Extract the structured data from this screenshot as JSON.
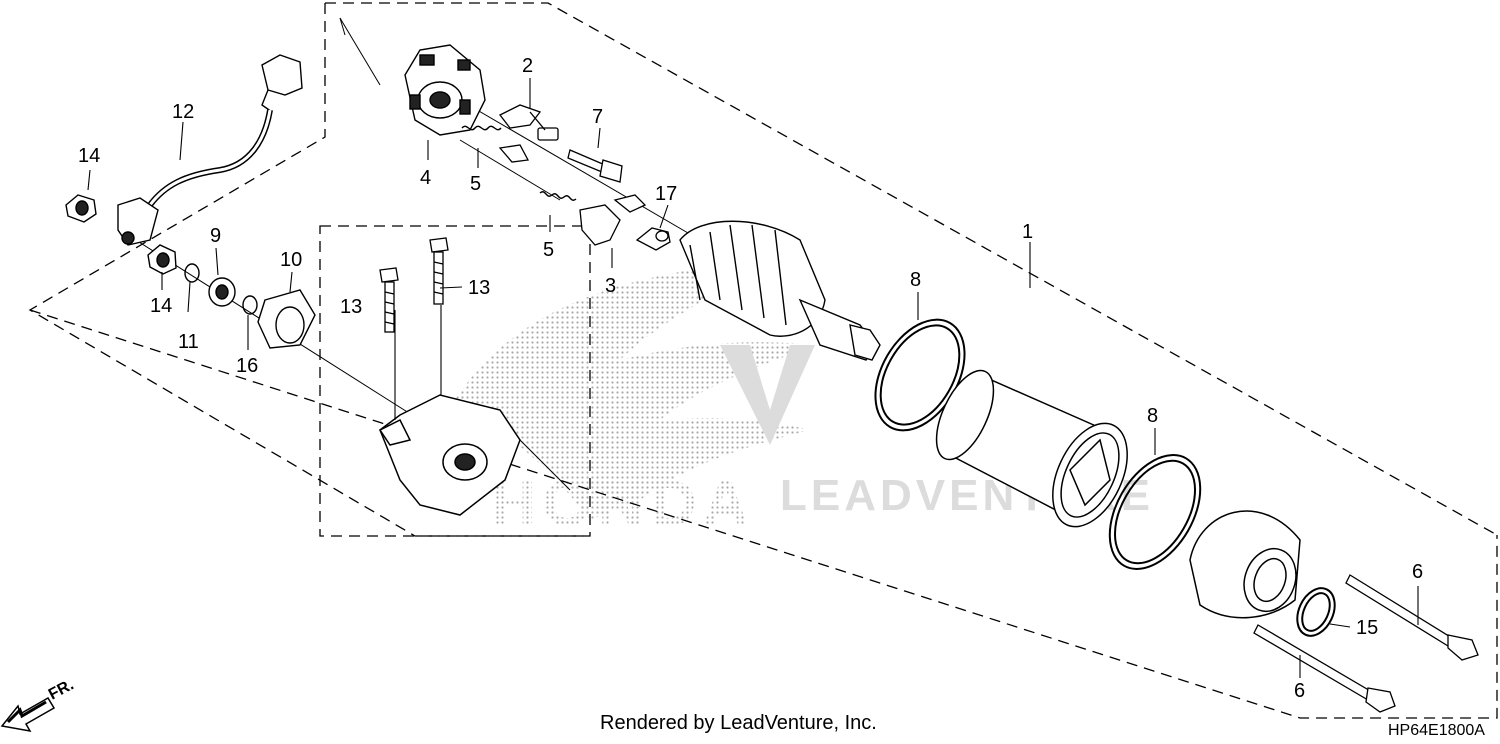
{
  "diagram": {
    "callouts": {
      "c1": "1",
      "c2": "2",
      "c3": "3",
      "c4": "4",
      "c5a": "5",
      "c5b": "5",
      "c6a": "6",
      "c6b": "6",
      "c7": "7",
      "c8a": "8",
      "c8b": "8",
      "c9": "9",
      "c10": "10",
      "c11": "11",
      "c12": "12",
      "c13a": "13",
      "c13b": "13",
      "c14a": "14",
      "c14b": "14",
      "c15": "15",
      "c16": "16",
      "c17": "17"
    },
    "front_label": "FR.",
    "watermark": {
      "brand": "HONDA",
      "text": "LEADVENTURE"
    }
  },
  "footer": {
    "credit": "Rendered by LeadVenture, Inc.",
    "code": "HP64E1800A"
  },
  "colors": {
    "line": "#000000",
    "watermark": "#d9d9d9",
    "stipple": "#b0b0b0"
  }
}
